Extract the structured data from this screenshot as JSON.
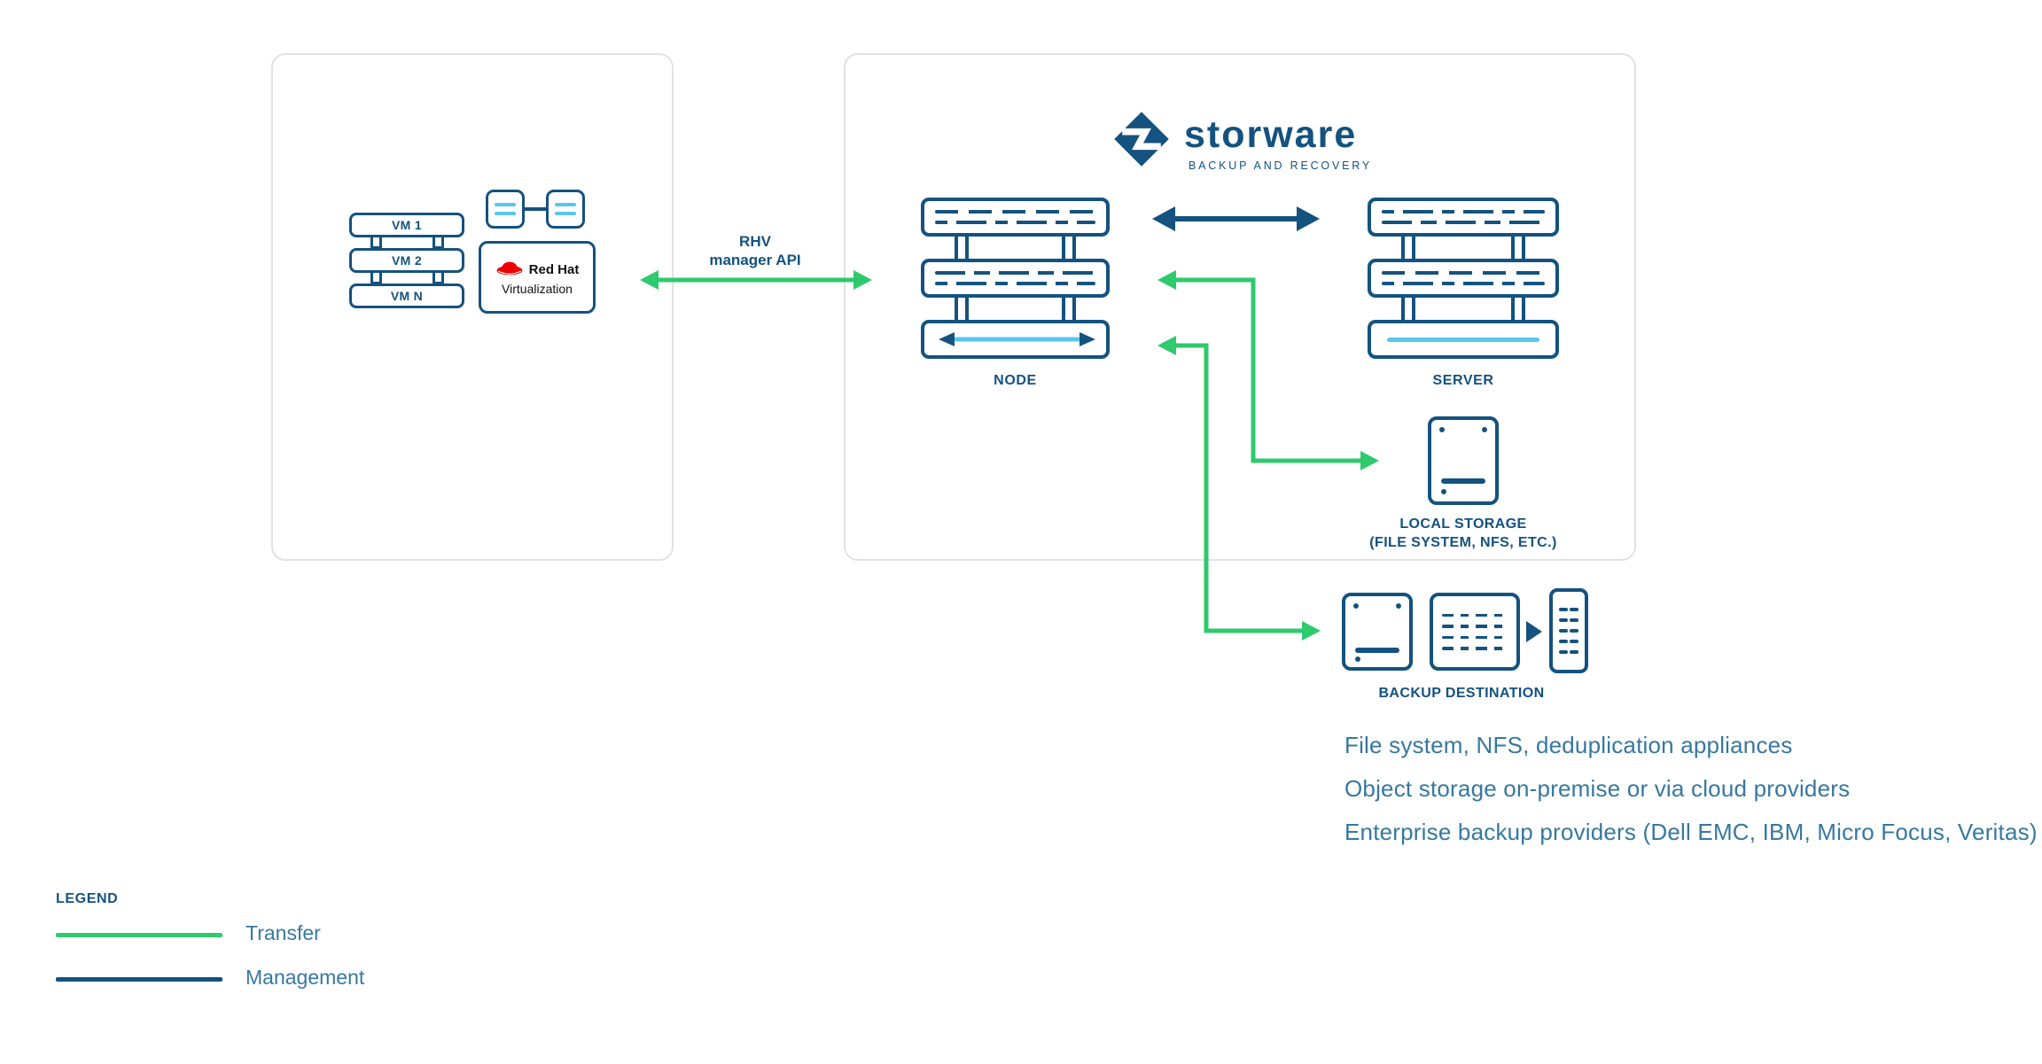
{
  "colors": {
    "navy": "#14527f",
    "green": "#2fc96e",
    "cyan": "#59c6ec",
    "description_text": "#36789f",
    "redhat_red": "#ee0000",
    "panel_border": "#dfe2e6"
  },
  "rhv_panel": {
    "vms": [
      {
        "label": "VM 1"
      },
      {
        "label": "VM 2"
      },
      {
        "label": "VM N"
      }
    ],
    "redhat": {
      "line1": "Red Hat",
      "line2": "Virtualization"
    }
  },
  "api_connector": {
    "label_line1": "RHV",
    "label_line2": "manager API"
  },
  "storware_panel": {
    "logo_text": "storware",
    "logo_tagline": "BACKUP AND RECOVERY",
    "node_label": "NODE",
    "server_label": "SERVER",
    "local_storage_label_line1": "LOCAL STORAGE",
    "local_storage_label_line2": "(FILE SYSTEM, NFS, ETC.)"
  },
  "backup_destination": {
    "label": "BACKUP DESTINATION"
  },
  "descriptions": [
    "File system, NFS, deduplication appliances",
    "Object storage on-premise or via cloud providers",
    "Enterprise backup providers (Dell EMC, IBM, Micro Focus, Veritas)"
  ],
  "legend": {
    "title": "LEGEND",
    "items": [
      {
        "label": "Transfer",
        "color": "#2fc96e"
      },
      {
        "label": "Management",
        "color": "#14527f"
      }
    ]
  }
}
